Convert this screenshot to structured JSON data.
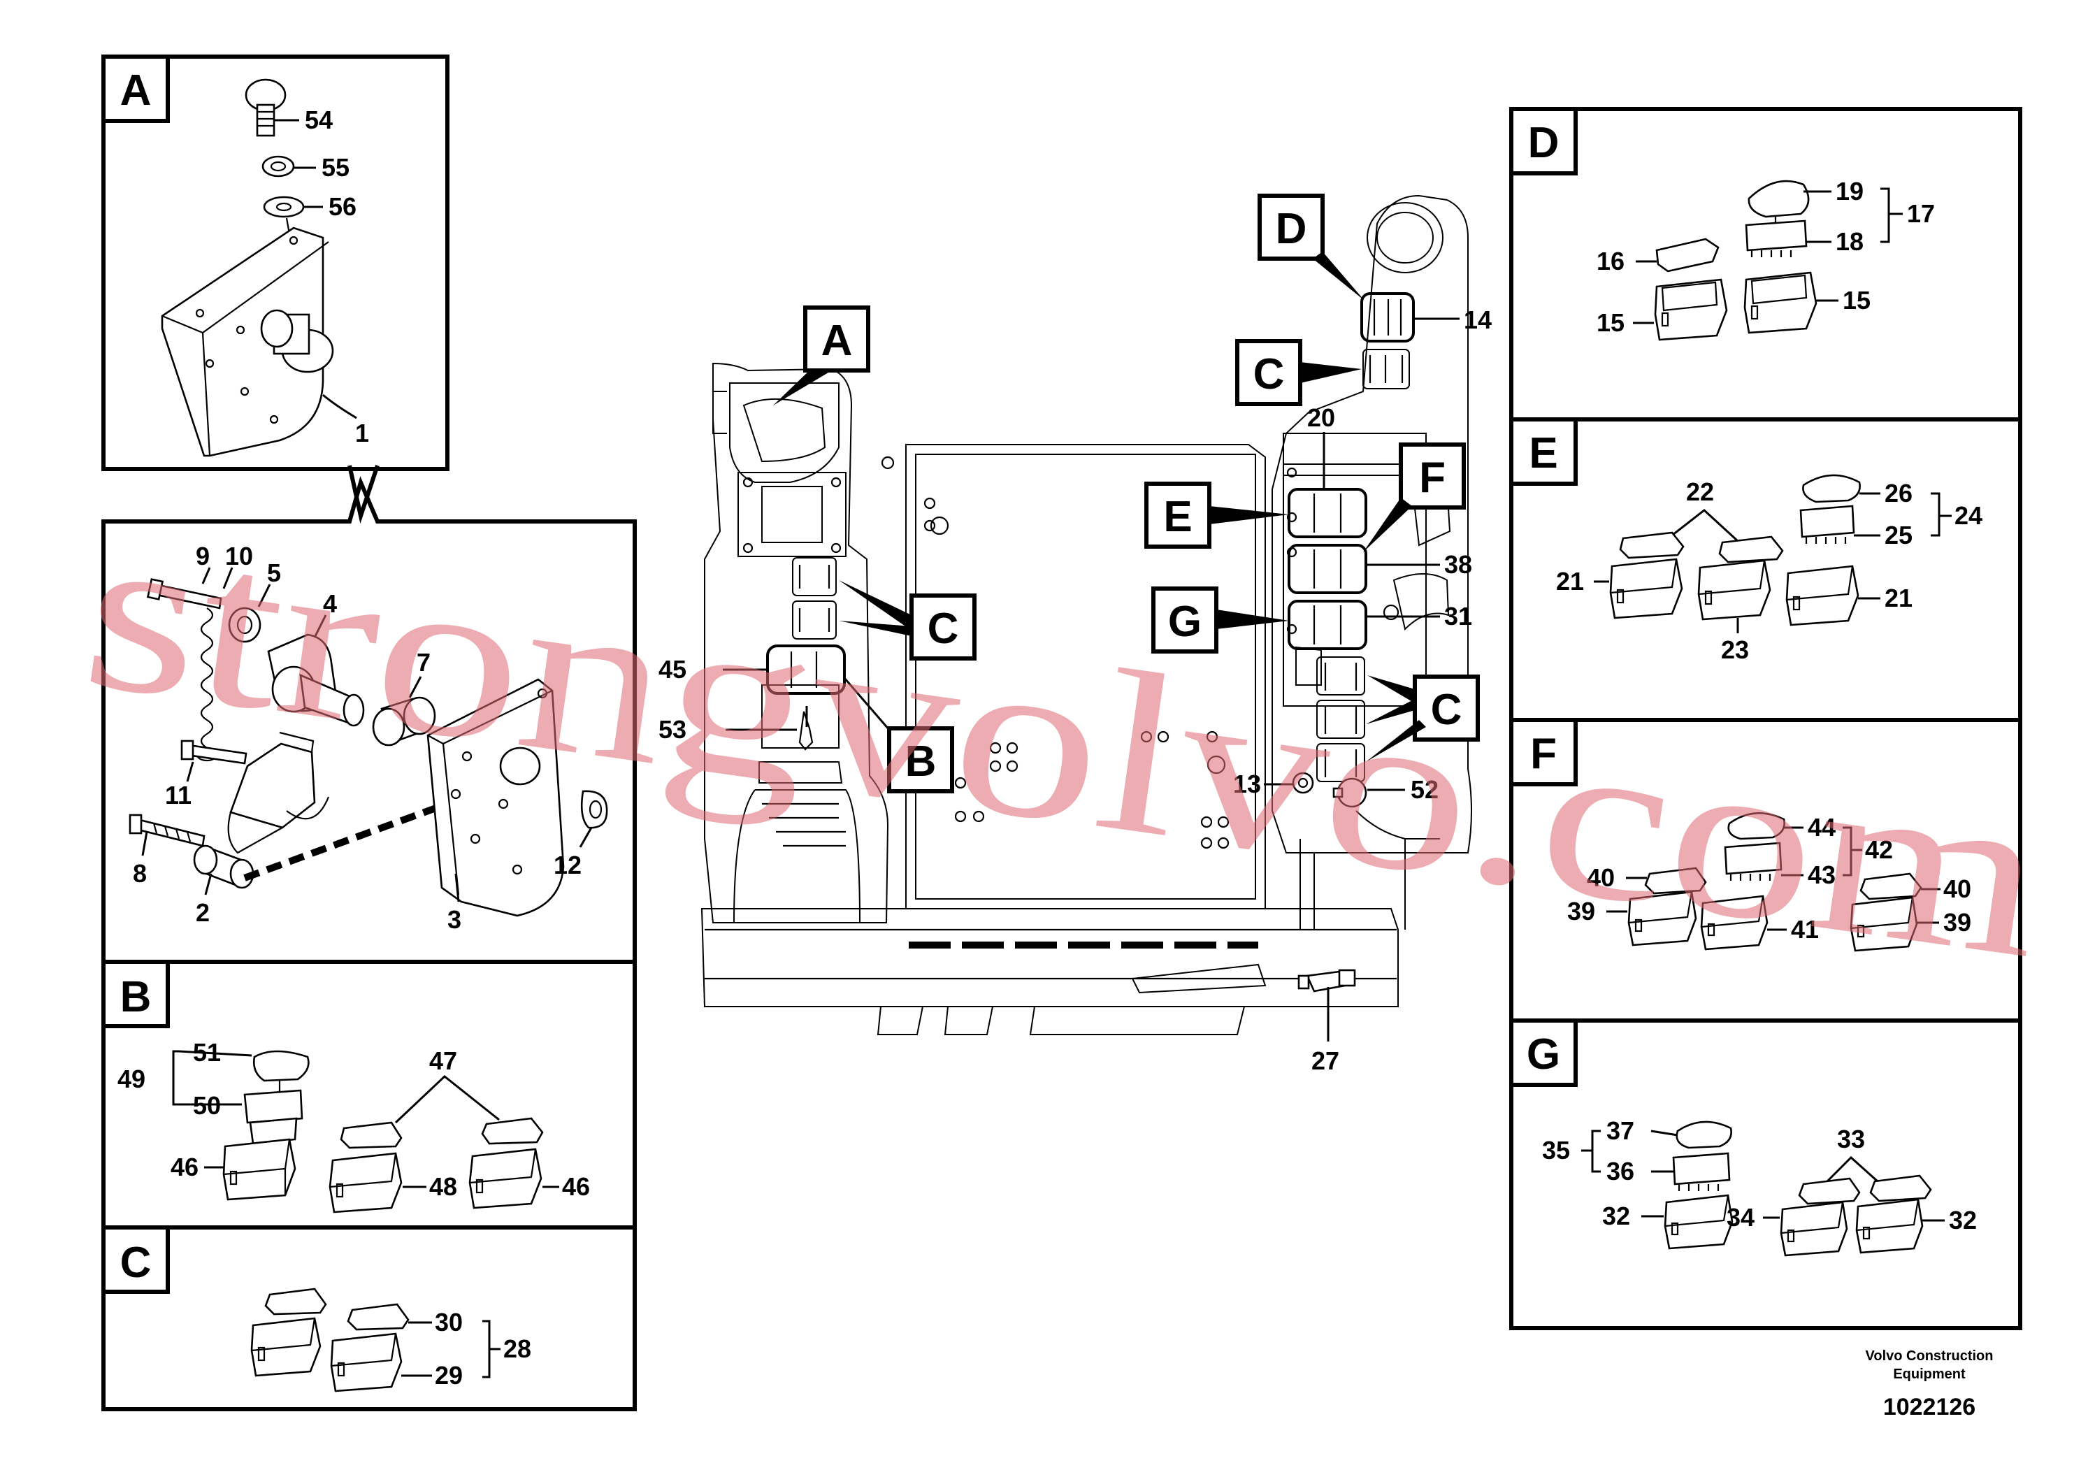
{
  "sections": {
    "A": {
      "letter": "A",
      "labels": [
        "54",
        "55",
        "56",
        "1"
      ]
    },
    "A_detail": {
      "labels": [
        "9",
        "10",
        "5",
        "4",
        "7",
        "11",
        "8",
        "2",
        "3",
        "12"
      ]
    },
    "B": {
      "letter": "B",
      "labels": [
        "51",
        "49",
        "50",
        "46",
        "47",
        "48",
        "46"
      ]
    },
    "C": {
      "letter": "C",
      "labels": [
        "30",
        "28",
        "29"
      ]
    },
    "D": {
      "letter": "D",
      "labels": [
        "19",
        "17",
        "18",
        "16",
        "15",
        "15"
      ]
    },
    "E": {
      "letter": "E",
      "labels": [
        "22",
        "26",
        "24",
        "25",
        "21",
        "21",
        "23"
      ]
    },
    "F": {
      "letter": "F",
      "labels": [
        "44",
        "42",
        "43",
        "40",
        "40",
        "39",
        "41",
        "39"
      ]
    },
    "G": {
      "letter": "G",
      "labels": [
        "37",
        "33",
        "35",
        "36",
        "32",
        "34",
        "32"
      ]
    }
  },
  "main": {
    "tags": {
      "A": "A",
      "B": "B",
      "C1": "C",
      "C2": "C",
      "C3": "C",
      "D": "D",
      "E": "E",
      "F": "F",
      "G": "G"
    },
    "labels": {
      "l45": "45",
      "l53": "53",
      "l14": "14",
      "l20": "20",
      "l38": "38",
      "l31": "31",
      "l13": "13",
      "l52": "52",
      "l27": "27"
    }
  },
  "watermark": "strongvolvo.com",
  "caption": {
    "line1": "Volvo Construction",
    "line2": "Equipment",
    "doc_number": "1022126"
  }
}
